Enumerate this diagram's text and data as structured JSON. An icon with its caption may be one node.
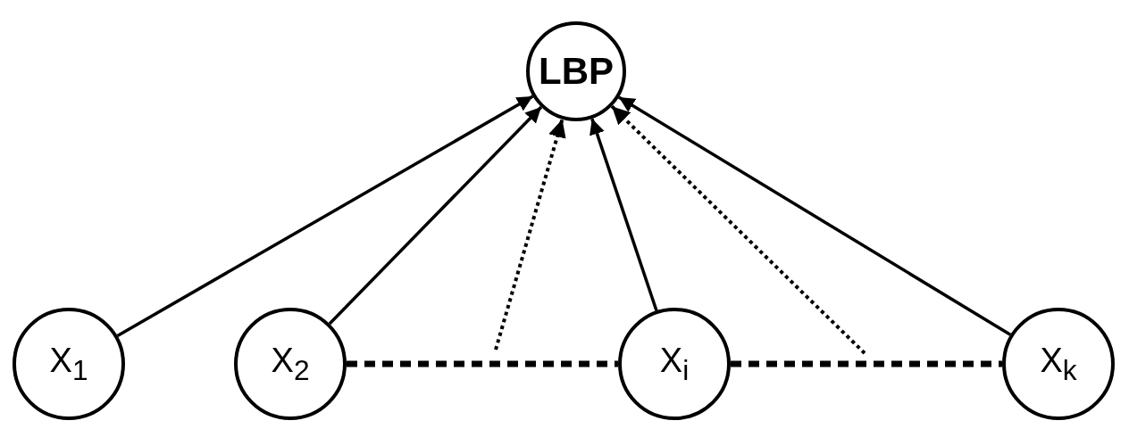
{
  "diagram": {
    "nodes": [
      {
        "text": [
          "LBP"
        ]
      },
      {
        "text": [
          "X$_{1}$"
        ]
      },
      {
        "text": [
          "X$_{2}$"
        ]
      },
      {
        "text": [
          "X$_{i}$"
        ]
      },
      {
        "text": [
          "X$_{k}$"
        ]
      }
    ],
    "edges": [
      {
        "from": 1,
        "to": 0,
        "arrow": "to"
      },
      {
        "from": 2,
        "to": 0,
        "arrow": "to"
      },
      {
        "from": 3,
        "to": 0,
        "arrow": "to"
      },
      {
        "from": 4,
        "to": 0,
        "arrow": "to"
      },
      {
        "from": null,
        "to": 0,
        "arrow": "to",
        "style": "dashed"
      },
      {
        "from": null,
        "to": 0,
        "arrow": "to",
        "style": "dashed"
      },
      {
        "from": 2,
        "to": 3,
        "arrow": "none",
        "style": "dashed"
      },
      {
        "from": 3,
        "to": 4,
        "arrow": "none",
        "style": "dashed"
      }
    ]
  }
}
